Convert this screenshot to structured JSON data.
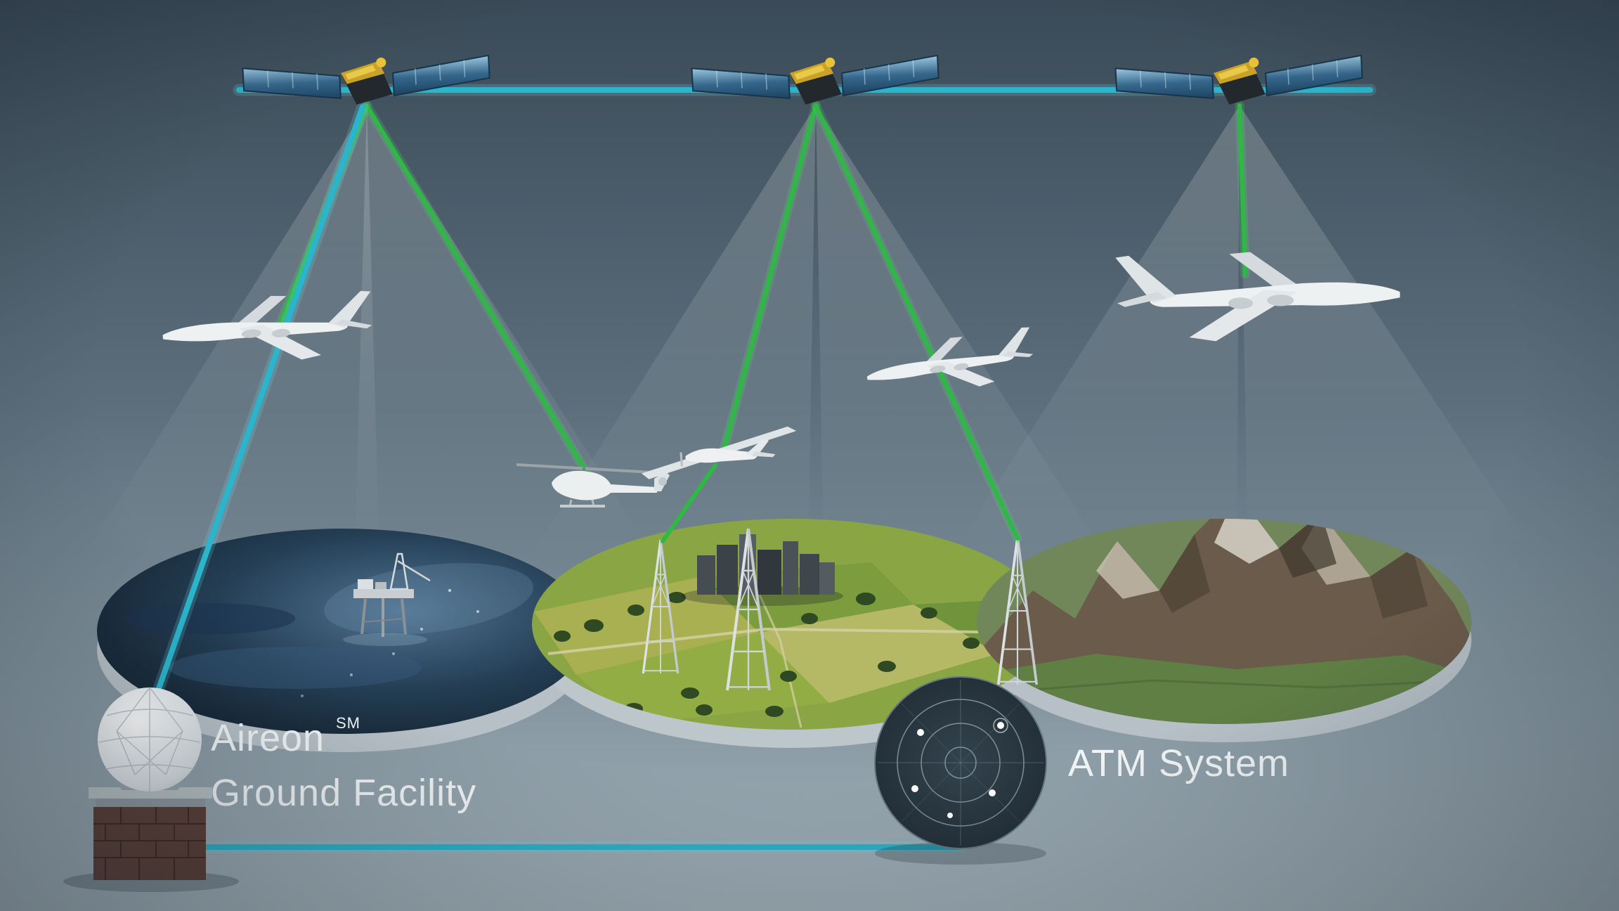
{
  "labels": {
    "facility_name": "Aireon",
    "facility_superscript": "SM",
    "facility_type": "Ground Facility",
    "atm_system": "ATM System"
  },
  "colors": {
    "background_top": "#3a4a57",
    "background_bottom": "#a4b3bb",
    "crosslink_cyan": "#2ab5cd",
    "adsb_green": "#2eb944",
    "label_text": "#f2f6f7",
    "solar_panel_blue": "#35678c",
    "ocean_dark": "#0d1822",
    "farmland_green": "#8aa544",
    "mountain_brown": "#6b5b4a"
  },
  "diagram": {
    "nodes": [
      {
        "id": "satellite-1",
        "type": "satellite"
      },
      {
        "id": "satellite-2",
        "type": "satellite"
      },
      {
        "id": "satellite-3",
        "type": "satellite"
      },
      {
        "id": "airliner-west",
        "type": "aircraft"
      },
      {
        "id": "helicopter",
        "type": "aircraft"
      },
      {
        "id": "light-aircraft",
        "type": "aircraft"
      },
      {
        "id": "business-jet",
        "type": "aircraft"
      },
      {
        "id": "airliner-east",
        "type": "aircraft"
      },
      {
        "id": "ocean-region",
        "type": "terrain"
      },
      {
        "id": "farmland-region",
        "type": "terrain"
      },
      {
        "id": "mountain-region",
        "type": "terrain"
      },
      {
        "id": "oil-platform",
        "type": "surface-asset"
      },
      {
        "id": "radio-tower-1",
        "type": "surface-asset"
      },
      {
        "id": "radio-tower-2",
        "type": "surface-asset"
      },
      {
        "id": "radio-tower-3",
        "type": "surface-asset"
      },
      {
        "id": "ground-facility",
        "type": "facility"
      },
      {
        "id": "atm-system",
        "type": "facility"
      }
    ],
    "edges": [
      {
        "from": "satellite-1",
        "to": "satellite-2",
        "link": "crosslink",
        "color": "cyan"
      },
      {
        "from": "satellite-2",
        "to": "satellite-3",
        "link": "crosslink",
        "color": "cyan"
      },
      {
        "from": "satellite-1",
        "to": "airliner-west",
        "link": "ads-b",
        "color": "green"
      },
      {
        "from": "satellite-1",
        "to": "helicopter",
        "link": "ads-b",
        "color": "green"
      },
      {
        "from": "satellite-2",
        "to": "light-aircraft",
        "link": "ads-b",
        "color": "green"
      },
      {
        "from": "light-aircraft",
        "to": "radio-tower-1",
        "link": "ads-b",
        "color": "green"
      },
      {
        "from": "satellite-2",
        "to": "radio-tower-3",
        "link": "ads-b",
        "color": "green"
      },
      {
        "from": "satellite-3",
        "to": "airliner-east",
        "link": "ads-b",
        "color": "green"
      },
      {
        "from": "satellite-1",
        "to": "ground-facility",
        "link": "downlink",
        "color": "cyan"
      },
      {
        "from": "ground-facility",
        "to": "atm-system",
        "link": "terrestrial",
        "color": "cyan"
      }
    ]
  },
  "icons": [
    {
      "name": "satellite-icon",
      "count": 3
    },
    {
      "name": "airliner-icon",
      "count": 2
    },
    {
      "name": "helicopter-icon",
      "count": 1
    },
    {
      "name": "light-aircraft-icon",
      "count": 1
    },
    {
      "name": "business-jet-icon",
      "count": 1
    },
    {
      "name": "oil-platform-icon",
      "count": 1
    },
    {
      "name": "radio-tower-icon",
      "count": 3
    },
    {
      "name": "ground-station-dome-icon",
      "count": 1
    },
    {
      "name": "radar-display-icon",
      "count": 1
    }
  ]
}
